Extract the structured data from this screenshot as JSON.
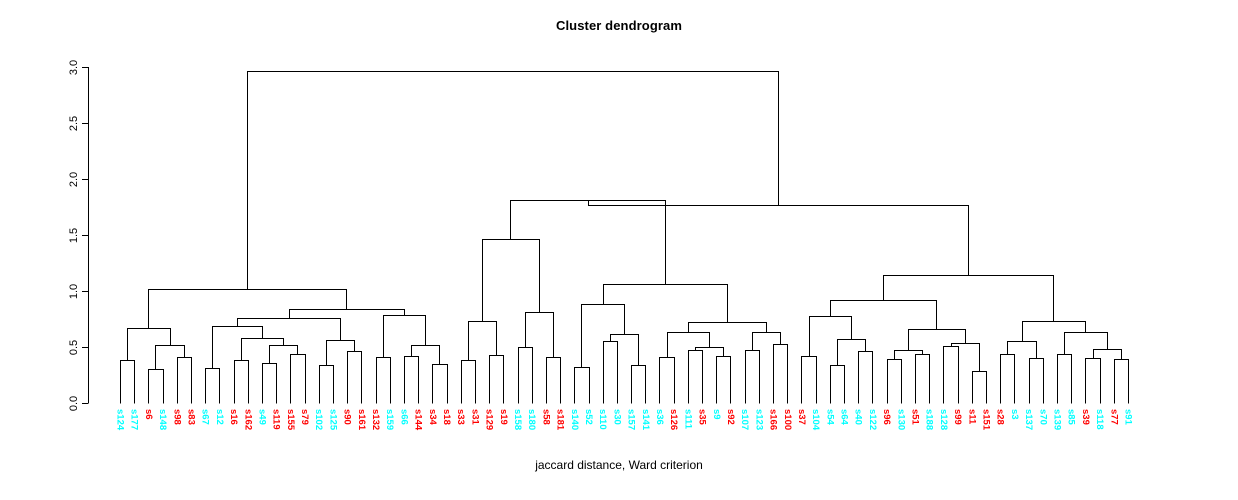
{
  "plot": {
    "title": "Cluster dendrogram",
    "xlabel": "jaccard distance, Ward criterion"
  },
  "chart_data": {
    "type": "dendrogram",
    "title": "Cluster dendrogram",
    "xlabel": "jaccard distance, Ward criterion",
    "ylabel": "",
    "ylim": [
      0.0,
      3.0
    ],
    "yticks": [
      "0.0",
      "0.5",
      "1.0",
      "1.5",
      "2.0",
      "2.5",
      "3.0"
    ],
    "ytick_values": [
      0.0,
      0.5,
      1.0,
      1.5,
      2.0,
      2.5,
      3.0
    ],
    "grid": false,
    "legend": "none",
    "colors": {
      "group_a": "#00ffff",
      "group_b": "#ff0000",
      "links": "#000000"
    },
    "leaves": [
      {
        "label": "s124",
        "color": "#00ffff"
      },
      {
        "label": "s177",
        "color": "#00ffff"
      },
      {
        "label": "s6",
        "color": "#ff0000"
      },
      {
        "label": "s148",
        "color": "#00ffff"
      },
      {
        "label": "s98",
        "color": "#ff0000"
      },
      {
        "label": "s83",
        "color": "#ff0000"
      },
      {
        "label": "s67",
        "color": "#00ffff"
      },
      {
        "label": "s12",
        "color": "#00ffff"
      },
      {
        "label": "s16",
        "color": "#ff0000"
      },
      {
        "label": "s162",
        "color": "#ff0000"
      },
      {
        "label": "s49",
        "color": "#00ffff"
      },
      {
        "label": "s119",
        "color": "#ff0000"
      },
      {
        "label": "s155",
        "color": "#ff0000"
      },
      {
        "label": "s79",
        "color": "#ff0000"
      },
      {
        "label": "s102",
        "color": "#00ffff"
      },
      {
        "label": "s125",
        "color": "#00ffff"
      },
      {
        "label": "s90",
        "color": "#ff0000"
      },
      {
        "label": "s161",
        "color": "#ff0000"
      },
      {
        "label": "s132",
        "color": "#ff0000"
      },
      {
        "label": "s159",
        "color": "#00ffff"
      },
      {
        "label": "s66",
        "color": "#00ffff"
      },
      {
        "label": "s144",
        "color": "#ff0000"
      },
      {
        "label": "s34",
        "color": "#ff0000"
      },
      {
        "label": "s18",
        "color": "#ff0000"
      },
      {
        "label": "s33",
        "color": "#ff0000"
      },
      {
        "label": "s31",
        "color": "#ff0000"
      },
      {
        "label": "s129",
        "color": "#ff0000"
      },
      {
        "label": "s19",
        "color": "#ff0000"
      },
      {
        "label": "s158",
        "color": "#00ffff"
      },
      {
        "label": "s180",
        "color": "#00ffff"
      },
      {
        "label": "s58",
        "color": "#ff0000"
      },
      {
        "label": "s181",
        "color": "#ff0000"
      },
      {
        "label": "s140",
        "color": "#00ffff"
      },
      {
        "label": "s52",
        "color": "#00ffff"
      },
      {
        "label": "s110",
        "color": "#00ffff"
      },
      {
        "label": "s30",
        "color": "#00ffff"
      },
      {
        "label": "s157",
        "color": "#00ffff"
      },
      {
        "label": "s141",
        "color": "#00ffff"
      },
      {
        "label": "s36",
        "color": "#00ffff"
      },
      {
        "label": "s126",
        "color": "#ff0000"
      },
      {
        "label": "s111",
        "color": "#00ffff"
      },
      {
        "label": "s35",
        "color": "#ff0000"
      },
      {
        "label": "s9",
        "color": "#00ffff"
      },
      {
        "label": "s92",
        "color": "#ff0000"
      },
      {
        "label": "s107",
        "color": "#00ffff"
      },
      {
        "label": "s123",
        "color": "#00ffff"
      },
      {
        "label": "s166",
        "color": "#ff0000"
      },
      {
        "label": "s100",
        "color": "#ff0000"
      },
      {
        "label": "s37",
        "color": "#ff0000"
      },
      {
        "label": "s104",
        "color": "#00ffff"
      },
      {
        "label": "s54",
        "color": "#00ffff"
      },
      {
        "label": "s64",
        "color": "#00ffff"
      },
      {
        "label": "s40",
        "color": "#00ffff"
      },
      {
        "label": "s122",
        "color": "#00ffff"
      },
      {
        "label": "s96",
        "color": "#ff0000"
      },
      {
        "label": "s130",
        "color": "#00ffff"
      },
      {
        "label": "s51",
        "color": "#ff0000"
      },
      {
        "label": "s188",
        "color": "#00ffff"
      },
      {
        "label": "s128",
        "color": "#00ffff"
      },
      {
        "label": "s99",
        "color": "#ff0000"
      },
      {
        "label": "s11",
        "color": "#ff0000"
      },
      {
        "label": "s151",
        "color": "#ff0000"
      },
      {
        "label": "s28",
        "color": "#ff0000"
      },
      {
        "label": "s3",
        "color": "#00ffff"
      },
      {
        "label": "s137",
        "color": "#00ffff"
      },
      {
        "label": "s70",
        "color": "#00ffff"
      },
      {
        "label": "s139",
        "color": "#00ffff"
      },
      {
        "label": "s85",
        "color": "#00ffff"
      },
      {
        "label": "s39",
        "color": "#ff0000"
      },
      {
        "label": "s118",
        "color": "#00ffff"
      },
      {
        "label": "s77",
        "color": "#ff0000"
      },
      {
        "label": "s91",
        "color": "#00ffff"
      }
    ],
    "leaf_heights": [
      0.38,
      0.38,
      0.3,
      0.3,
      0.41,
      0.41,
      0.31,
      0.31,
      0.38,
      0.38,
      0.36,
      0.36,
      0.44,
      0.44,
      0.34,
      0.34,
      0.46,
      0.46,
      0.41,
      0.41,
      0.42,
      0.42,
      0.35,
      0.35,
      0.38,
      0.38,
      0.43,
      0.43,
      0.5,
      0.5,
      0.41,
      0.41,
      0.32,
      0.32,
      0.55,
      0.55,
      0.34,
      0.34,
      0.41,
      0.41,
      0.47,
      0.47,
      0.42,
      0.42,
      0.47,
      0.47,
      0.53,
      0.53,
      0.42,
      0.42,
      0.34,
      0.34,
      0.46,
      0.46,
      0.39,
      0.39,
      0.44,
      0.44,
      0.51,
      0.51,
      0.29,
      0.29,
      0.44,
      0.44,
      0.4,
      0.4,
      0.44,
      0.44,
      0.4,
      0.4,
      0.39,
      0.39
    ],
    "merges": [
      {
        "id": "m1",
        "left": {
          "leaf": 0
        },
        "right": {
          "leaf": 1
        },
        "height": 0.38
      },
      {
        "id": "m2",
        "left": {
          "leaf": 2
        },
        "right": {
          "leaf": 3
        },
        "height": 0.3
      },
      {
        "id": "m3",
        "left": {
          "leaf": 4
        },
        "right": {
          "leaf": 5
        },
        "height": 0.41
      },
      {
        "id": "m4",
        "left": {
          "node": "m2"
        },
        "right": {
          "node": "m3"
        },
        "height": 0.52
      },
      {
        "id": "m5",
        "left": {
          "node": "m1"
        },
        "right": {
          "node": "m4"
        },
        "height": 0.67
      },
      {
        "id": "m6",
        "left": {
          "leaf": 6
        },
        "right": {
          "leaf": 7
        },
        "height": 0.31
      },
      {
        "id": "m7",
        "left": {
          "leaf": 8
        },
        "right": {
          "leaf": 9
        },
        "height": 0.38
      },
      {
        "id": "m8",
        "left": {
          "leaf": 10
        },
        "right": {
          "leaf": 11
        },
        "height": 0.36
      },
      {
        "id": "m9",
        "left": {
          "leaf": 12
        },
        "right": {
          "leaf": 13
        },
        "height": 0.44
      },
      {
        "id": "m10",
        "left": {
          "node": "m8"
        },
        "right": {
          "node": "m9"
        },
        "height": 0.52
      },
      {
        "id": "m11",
        "left": {
          "node": "m7"
        },
        "right": {
          "node": "m10"
        },
        "height": 0.58
      },
      {
        "id": "m12",
        "left": {
          "node": "m6"
        },
        "right": {
          "node": "m11"
        },
        "height": 0.69
      },
      {
        "id": "m13",
        "left": {
          "leaf": 14
        },
        "right": {
          "leaf": 15
        },
        "height": 0.34
      },
      {
        "id": "m14",
        "left": {
          "leaf": 16
        },
        "right": {
          "leaf": 17
        },
        "height": 0.46
      },
      {
        "id": "m15",
        "left": {
          "node": "m13"
        },
        "right": {
          "node": "m14"
        },
        "height": 0.56
      },
      {
        "id": "m16",
        "left": {
          "node": "m12"
        },
        "right": {
          "node": "m15"
        },
        "height": 0.76
      },
      {
        "id": "m17",
        "left": {
          "leaf": 18
        },
        "right": {
          "leaf": 19
        },
        "height": 0.41
      },
      {
        "id": "m18",
        "left": {
          "leaf": 20
        },
        "right": {
          "leaf": 21
        },
        "height": 0.42
      },
      {
        "id": "m19",
        "left": {
          "leaf": 22
        },
        "right": {
          "leaf": 23
        },
        "height": 0.35
      },
      {
        "id": "m20",
        "left": {
          "node": "m18"
        },
        "right": {
          "node": "m19"
        },
        "height": 0.52
      },
      {
        "id": "m21",
        "left": {
          "node": "m17"
        },
        "right": {
          "node": "m20"
        },
        "height": 0.79
      },
      {
        "id": "m22",
        "left": {
          "node": "m16"
        },
        "right": {
          "node": "m21"
        },
        "height": 0.84
      },
      {
        "id": "m23",
        "left": {
          "node": "m5"
        },
        "right": {
          "node": "m22"
        },
        "height": 1.02
      },
      {
        "id": "m24",
        "left": {
          "leaf": 24
        },
        "right": {
          "leaf": 25
        },
        "height": 0.38
      },
      {
        "id": "m25",
        "left": {
          "leaf": 26
        },
        "right": {
          "leaf": 27
        },
        "height": 0.43
      },
      {
        "id": "m26",
        "left": {
          "node": "m24"
        },
        "right": {
          "node": "m25"
        },
        "height": 0.73
      },
      {
        "id": "m27",
        "left": {
          "leaf": 28
        },
        "right": {
          "leaf": 29
        },
        "height": 0.5
      },
      {
        "id": "m28",
        "left": {
          "leaf": 30
        },
        "right": {
          "leaf": 31
        },
        "height": 0.41
      },
      {
        "id": "m29",
        "left": {
          "node": "m27"
        },
        "right": {
          "node": "m28"
        },
        "height": 0.81
      },
      {
        "id": "m30",
        "left": {
          "node": "m26"
        },
        "right": {
          "node": "m29"
        },
        "height": 1.46
      },
      {
        "id": "m31",
        "left": {
          "leaf": 32
        },
        "right": {
          "leaf": 33
        },
        "height": 0.32
      },
      {
        "id": "m32",
        "left": {
          "leaf": 34
        },
        "right": {
          "leaf": 35
        },
        "height": 0.55
      },
      {
        "id": "m33",
        "left": {
          "leaf": 36
        },
        "right": {
          "leaf": 37
        },
        "height": 0.34
      },
      {
        "id": "m34",
        "left": {
          "node": "m32"
        },
        "right": {
          "node": "m33"
        },
        "height": 0.62
      },
      {
        "id": "m35",
        "left": {
          "node": "m31"
        },
        "right": {
          "node": "m34"
        },
        "height": 0.88
      },
      {
        "id": "m36",
        "left": {
          "leaf": 38
        },
        "right": {
          "leaf": 39
        },
        "height": 0.41
      },
      {
        "id": "m37",
        "left": {
          "leaf": 40
        },
        "right": {
          "leaf": 41
        },
        "height": 0.47
      },
      {
        "id": "m38",
        "left": {
          "leaf": 42
        },
        "right": {
          "leaf": 43
        },
        "height": 0.42
      },
      {
        "id": "m39",
        "left": {
          "node": "m37"
        },
        "right": {
          "node": "m38"
        },
        "height": 0.5
      },
      {
        "id": "m40",
        "left": {
          "node": "m36"
        },
        "right": {
          "node": "m39"
        },
        "height": 0.63
      },
      {
        "id": "m41",
        "left": {
          "leaf": 44
        },
        "right": {
          "leaf": 45
        },
        "height": 0.47
      },
      {
        "id": "m42",
        "left": {
          "leaf": 46
        },
        "right": {
          "leaf": 47
        },
        "height": 0.53
      },
      {
        "id": "m43",
        "left": {
          "node": "m41"
        },
        "right": {
          "node": "m42"
        },
        "height": 0.63
      },
      {
        "id": "m44",
        "left": {
          "node": "m40"
        },
        "right": {
          "node": "m43"
        },
        "height": 0.72
      },
      {
        "id": "m45",
        "left": {
          "node": "m35"
        },
        "right": {
          "node": "m44"
        },
        "height": 1.06
      },
      {
        "id": "m46",
        "left": {
          "node": "m30"
        },
        "right": {
          "node": "m45"
        },
        "height": 1.81
      },
      {
        "id": "m47",
        "left": {
          "leaf": 48
        },
        "right": {
          "leaf": 49
        },
        "height": 0.42
      },
      {
        "id": "m48",
        "left": {
          "leaf": 50
        },
        "right": {
          "leaf": 51
        },
        "height": 0.34
      },
      {
        "id": "m49",
        "left": {
          "leaf": 52
        },
        "right": {
          "leaf": 53
        },
        "height": 0.46
      },
      {
        "id": "m50",
        "left": {
          "node": "m48"
        },
        "right": {
          "node": "m49"
        },
        "height": 0.57
      },
      {
        "id": "m51",
        "left": {
          "node": "m47"
        },
        "right": {
          "node": "m50"
        },
        "height": 0.78
      },
      {
        "id": "m52",
        "left": {
          "leaf": 54
        },
        "right": {
          "leaf": 55
        },
        "height": 0.39
      },
      {
        "id": "m53",
        "left": {
          "leaf": 56
        },
        "right": {
          "leaf": 57
        },
        "height": 0.44
      },
      {
        "id": "m54",
        "left": {
          "node": "m52"
        },
        "right": {
          "node": "m53"
        },
        "height": 0.47
      },
      {
        "id": "m55",
        "left": {
          "leaf": 58
        },
        "right": {
          "leaf": 59
        },
        "height": 0.51
      },
      {
        "id": "m56",
        "left": {
          "leaf": 60
        },
        "right": {
          "leaf": 61
        },
        "height": 0.29
      },
      {
        "id": "m57",
        "left": {
          "node": "m55"
        },
        "right": {
          "node": "m56"
        },
        "height": 0.54
      },
      {
        "id": "m58",
        "left": {
          "node": "m54"
        },
        "right": {
          "node": "m57"
        },
        "height": 0.66
      },
      {
        "id": "m59",
        "left": {
          "node": "m51"
        },
        "right": {
          "node": "m58"
        },
        "height": 0.92
      },
      {
        "id": "m60",
        "left": {
          "leaf": 62
        },
        "right": {
          "leaf": 63
        },
        "height": 0.44
      },
      {
        "id": "m61",
        "left": {
          "leaf": 64
        },
        "right": {
          "leaf": 65
        },
        "height": 0.4
      },
      {
        "id": "m62",
        "left": {
          "node": "m60"
        },
        "right": {
          "node": "m61"
        },
        "height": 0.55
      },
      {
        "id": "m63",
        "left": {
          "leaf": 66
        },
        "right": {
          "leaf": 67
        },
        "height": 0.44
      },
      {
        "id": "m64",
        "left": {
          "leaf": 68
        },
        "right": {
          "leaf": 69
        },
        "height": 0.4
      },
      {
        "id": "m65",
        "left": {
          "leaf": 70
        },
        "right": {
          "leaf": 71
        },
        "height": 0.39
      },
      {
        "id": "m66",
        "left": {
          "node": "m64"
        },
        "right": {
          "node": "m65"
        },
        "height": 0.48
      },
      {
        "id": "m67",
        "left": {
          "node": "m63"
        },
        "right": {
          "node": "m66"
        },
        "height": 0.63
      },
      {
        "id": "m68",
        "left": {
          "node": "m62"
        },
        "right": {
          "node": "m67"
        },
        "height": 0.73
      },
      {
        "id": "m69",
        "left": {
          "node": "m59"
        },
        "right": {
          "node": "m68"
        },
        "height": 1.14
      },
      {
        "id": "m70",
        "left": {
          "node": "m46"
        },
        "right": {
          "node": "m69"
        },
        "height": 1.77
      },
      {
        "id": "m71",
        "left": {
          "node": "m23"
        },
        "right": {
          "node": "m70"
        },
        "height": 2.96
      }
    ]
  }
}
